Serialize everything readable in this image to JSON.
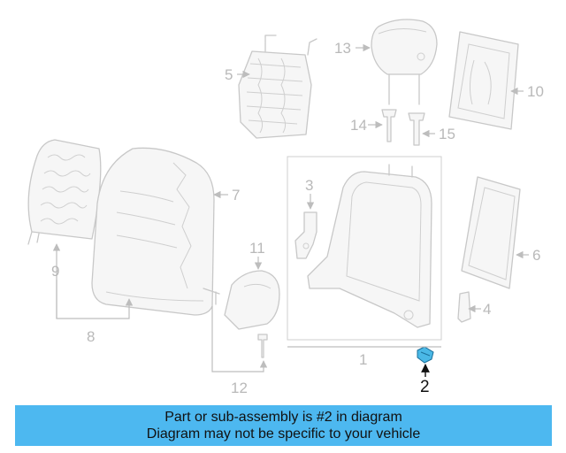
{
  "diagram": {
    "callouts": {
      "c1": "1",
      "c2": "2",
      "c3": "3",
      "c4": "4",
      "c5": "5",
      "c6": "6",
      "c7": "7",
      "c8": "8",
      "c9": "9",
      "c10": "10",
      "c11": "11",
      "c12": "12",
      "c13": "13",
      "c14": "14",
      "c15": "15"
    },
    "highlighted_part": "2",
    "colors": {
      "highlight": "#4ab8e6",
      "parts": "#c8c8c8",
      "banner": "#4db8f0"
    }
  },
  "banner": {
    "line1": "Part or sub-assembly is #2 in diagram",
    "line2": "Diagram may not be specific to your vehicle"
  }
}
